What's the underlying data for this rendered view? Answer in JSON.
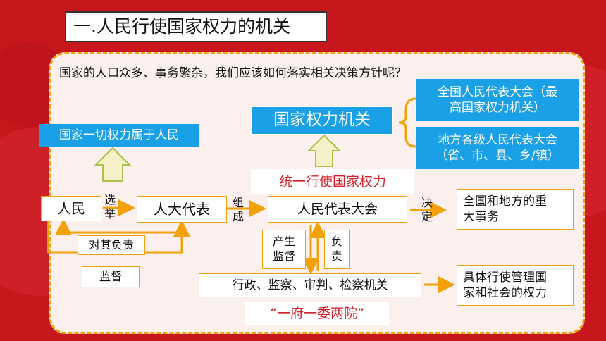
{
  "title": "一.人民行使国家权力的机关",
  "question": "国家的人口众多、事务繁杂，我们应该如何落实相关决策方针呢？",
  "nodes": {
    "all_power": "国家一切权力属于人民",
    "state_organ": "国家权力机关",
    "npc_line1": "全国人民代表大会（最",
    "npc_line2": "高国家权力机关）",
    "local_line1": "地方各级人民代表大会",
    "local_line2": "（省、市、县、乡/镇）",
    "unified": "统一行使国家权力",
    "people": "人民",
    "deputies": "人大代表",
    "congress": "人民代表大会",
    "affairs_line1": "全国和地方的重",
    "affairs_line2": "大事务",
    "responsible_to": "对其负责",
    "supervise": "监督",
    "produce_supervise_line1": "产生",
    "produce_supervise_line2": "监督",
    "responsible_line1": "负",
    "responsible_line2": "责",
    "organs": "行政、监察、审判、检察机关",
    "exercise_line1": "具体行使管理国",
    "exercise_line2": "家和社会的权力",
    "one_gov": "“一府一委两院”"
  },
  "labels": {
    "elect_1": "选",
    "elect_2": "举",
    "form_1": "组",
    "form_2": "成",
    "decide_1": "决",
    "decide_2": "定"
  },
  "colors": {
    "background": "#c8161d",
    "panel": "#fbf0ee",
    "dash": "#f2a10a",
    "blue": "#1aa0e6",
    "arrow": "#f2a10a",
    "hollow_arrow_fill": "#f4f1c8",
    "hollow_arrow_stroke": "#a9c24a",
    "accent_red": "#d4202a"
  }
}
